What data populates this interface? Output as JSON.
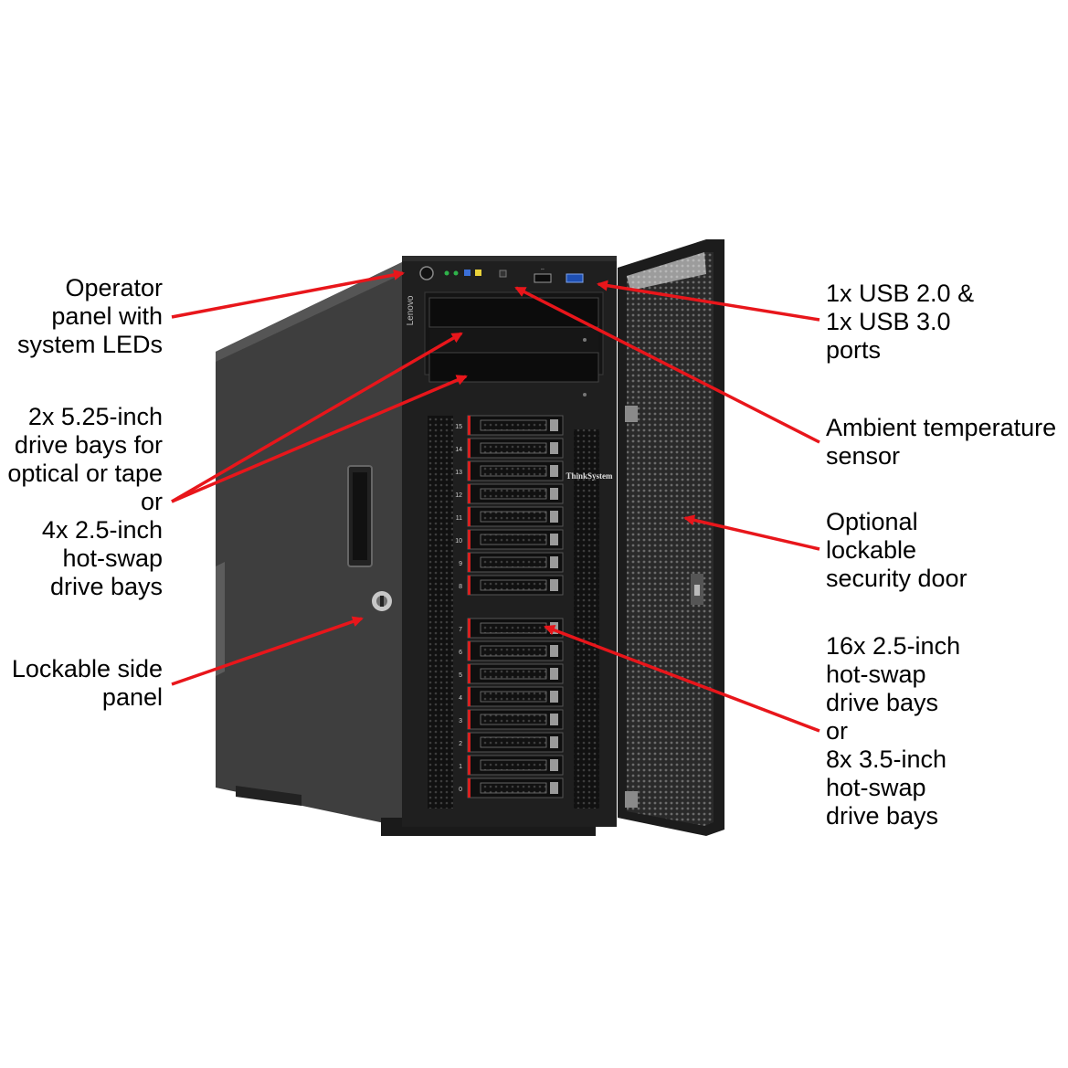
{
  "diagram": {
    "colors": {
      "arrow": "#e8161b",
      "chassis": "#1f1f1f",
      "side": "#3a3a3a",
      "accent": "#d9201f",
      "led_green": "#2fb24a",
      "led_blue": "#3b6fd8",
      "led_yellow": "#e9d23a"
    },
    "chassis_text": {
      "brand": "Lenovo",
      "product": "ThinkSystem"
    },
    "bay_numbers": [
      "15",
      "14",
      "13",
      "12",
      "11",
      "10",
      "9",
      "8",
      "7",
      "6",
      "5",
      "4",
      "3",
      "2",
      "1",
      "0"
    ],
    "labels": {
      "operator_panel": [
        "Operator",
        "panel with",
        "system LEDs"
      ],
      "bays_525": [
        "2x 5.25-inch",
        "drive bays for",
        "optical or tape",
        "or",
        "4x 2.5-inch",
        "hot-swap",
        "drive bays"
      ],
      "side_panel": [
        "Lockable side",
        "panel"
      ],
      "usb_ports": [
        "1x USB 2.0 &",
        "1x USB 3.0",
        "ports"
      ],
      "temp_sensor": [
        "Ambient temperature",
        "sensor"
      ],
      "security_door": [
        "Optional",
        "lockable",
        "security door"
      ],
      "bays_25": [
        "16x 2.5-inch",
        "hot-swap",
        "drive bays",
        "or",
        "8x 3.5-inch",
        "hot-swap",
        "drive bays"
      ]
    }
  }
}
